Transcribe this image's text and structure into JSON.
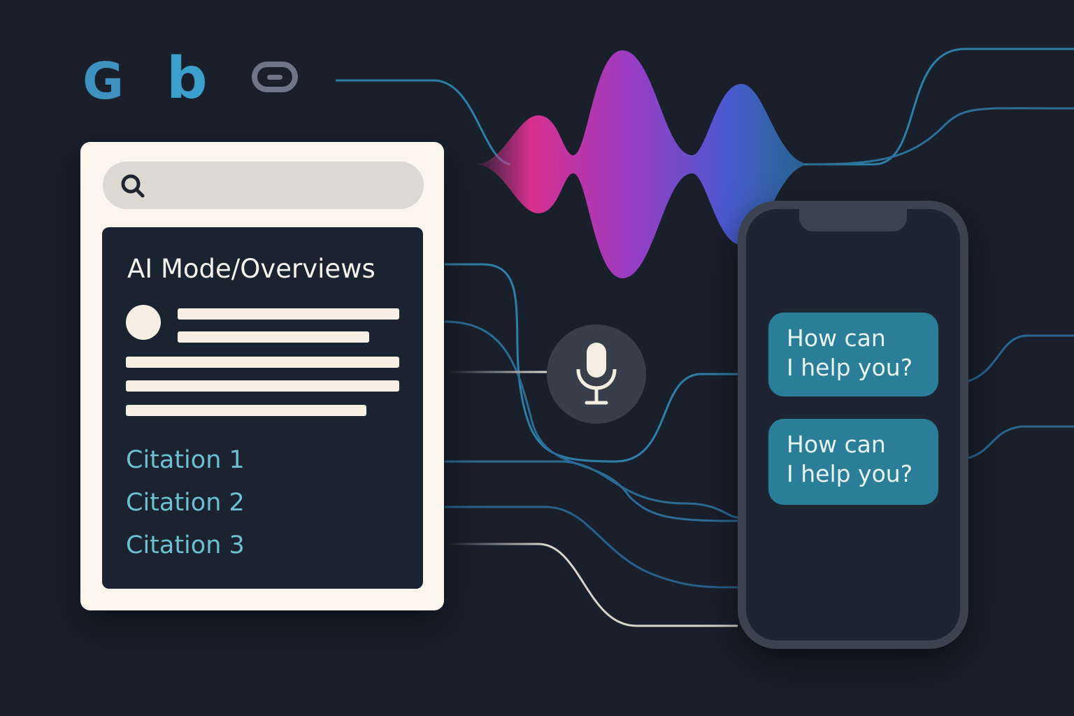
{
  "engines": [
    {
      "name": "google-icon",
      "glyph": "G"
    },
    {
      "name": "bing-icon",
      "glyph": "b"
    },
    {
      "name": "other-engine-icon"
    }
  ],
  "card": {
    "title": "AI Mode/Overviews",
    "citations": [
      "Citation 1",
      "Citation 2",
      "Citation 3"
    ]
  },
  "phone": {
    "messages": [
      "How can\nI help you?",
      "How can\nI help you?"
    ]
  },
  "colors": {
    "background": "#19202c",
    "card": "#faf6ee",
    "accent": "#2a7e97",
    "citation": "#6cc0cf",
    "wave_start": "#d8308e",
    "wave_end": "#2f8ac8"
  }
}
